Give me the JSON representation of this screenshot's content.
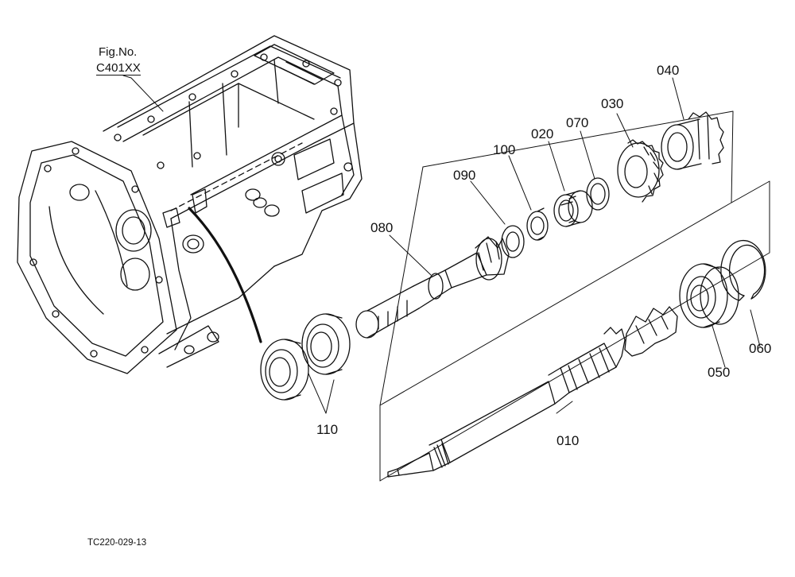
{
  "figure_ref": {
    "line1": "Fig.No.",
    "line2": "C401XX"
  },
  "parts": {
    "p010": "010",
    "p020": "020",
    "p030": "030",
    "p040": "040",
    "p050": "050",
    "p060": "060",
    "p070": "070",
    "p080": "080",
    "p090": "090",
    "p100": "100",
    "p110": "110"
  },
  "footer_code": "TC220-029-13",
  "colors": {
    "ink": "#111111",
    "paper": "#ffffff"
  }
}
